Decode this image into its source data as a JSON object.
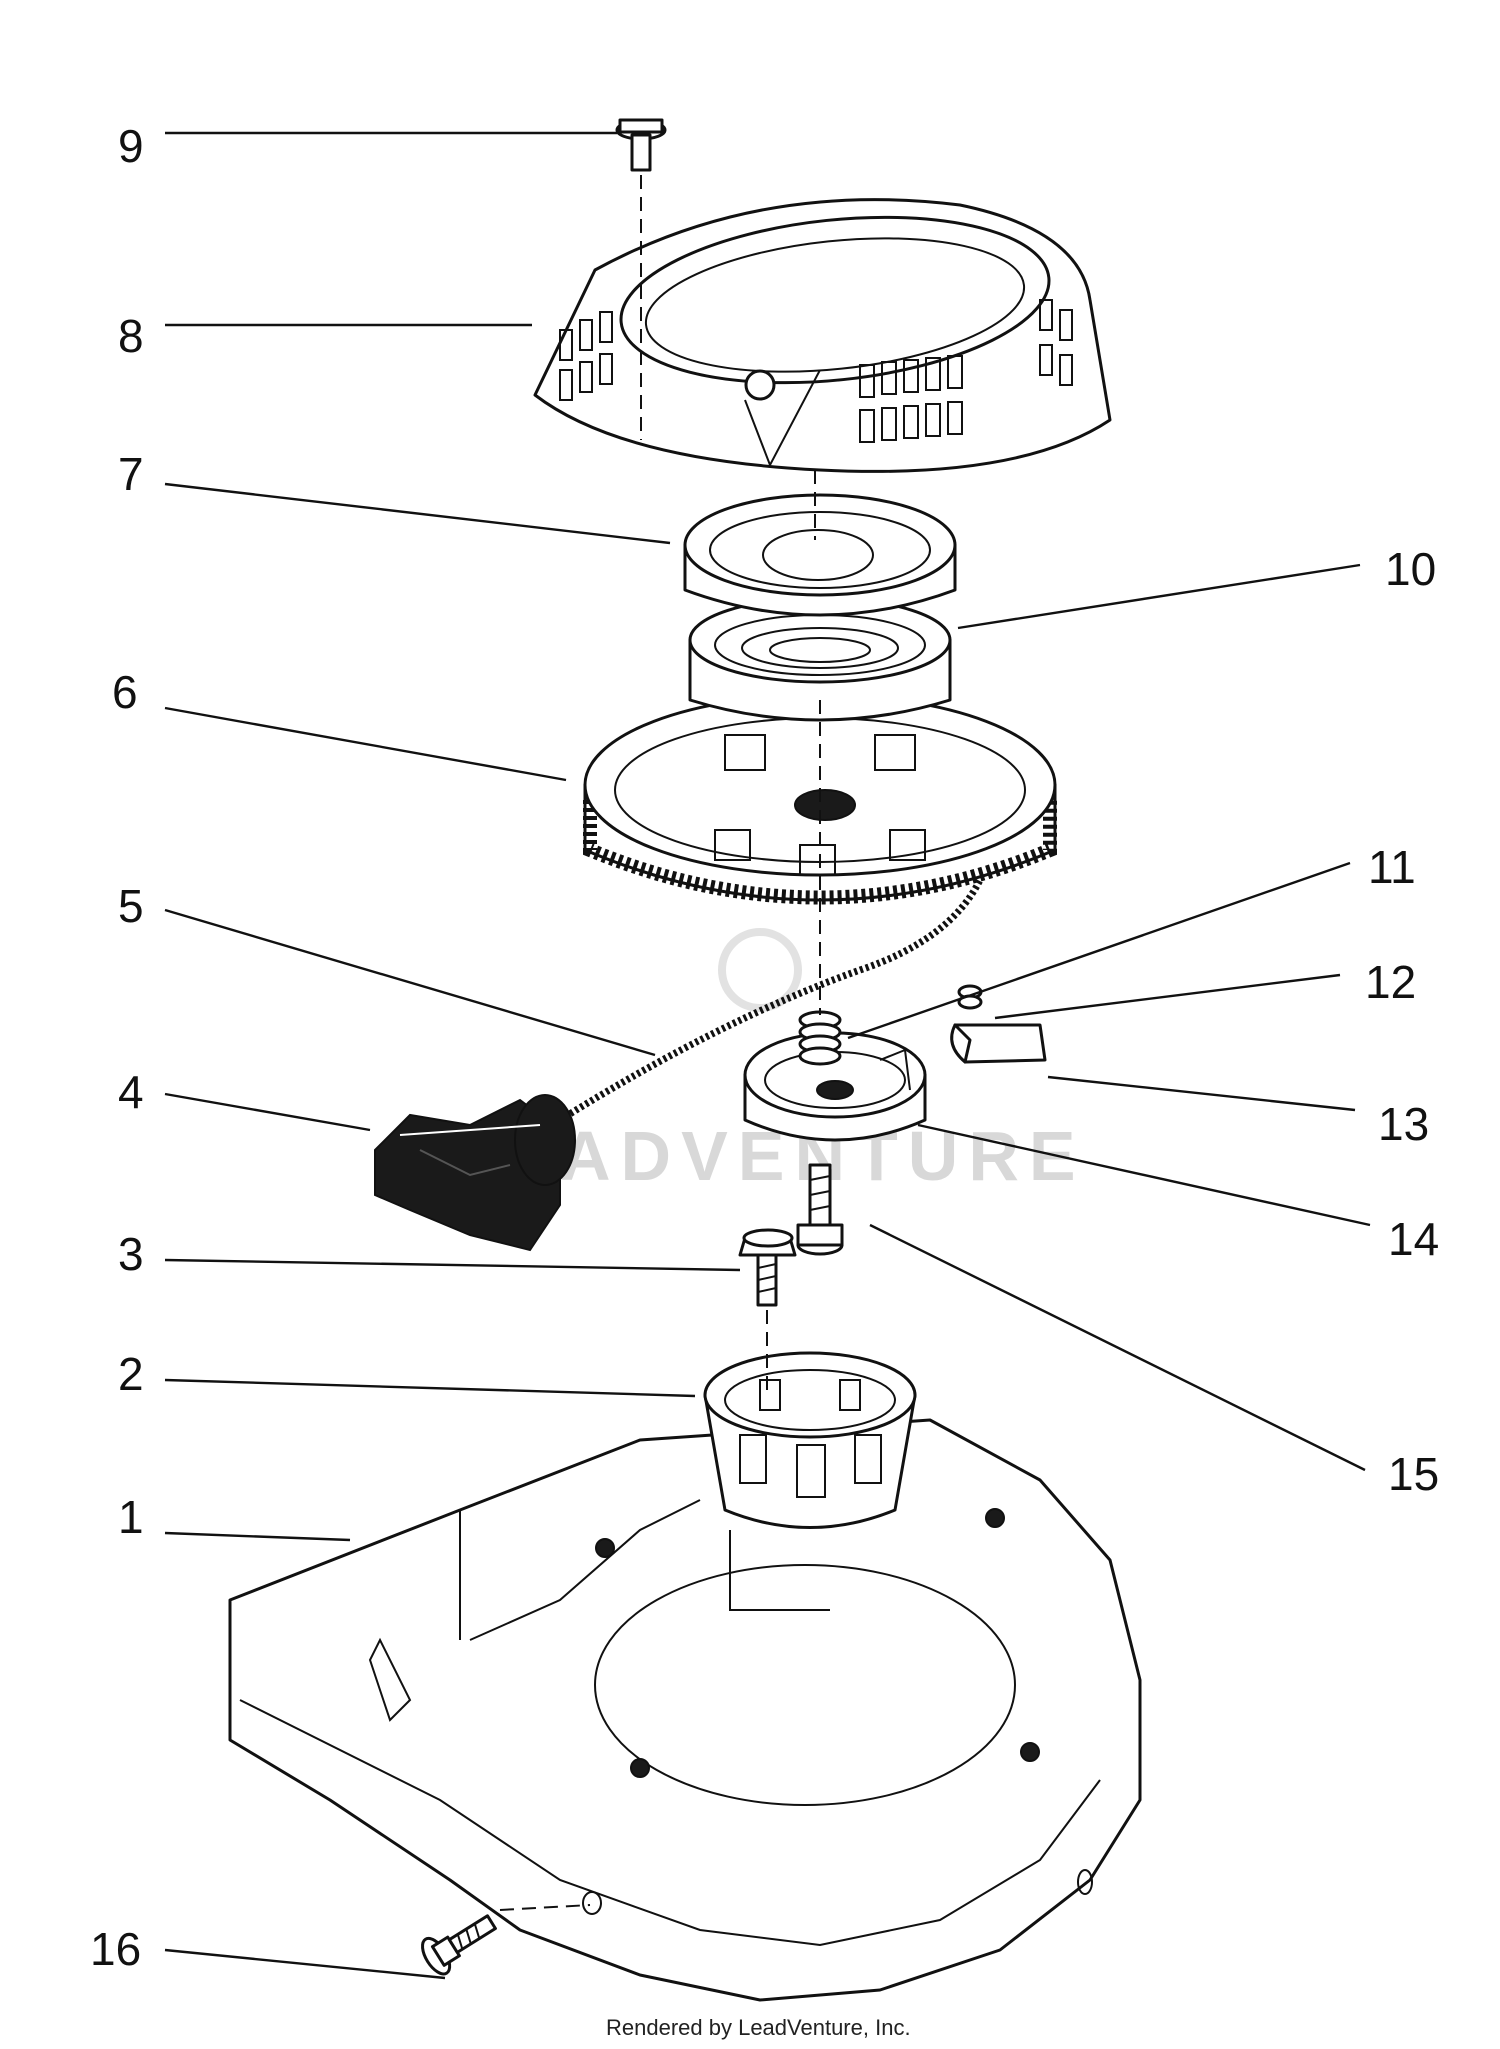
{
  "callouts": [
    "1",
    "2",
    "3",
    "4",
    "5",
    "6",
    "7",
    "8",
    "9",
    "10",
    "11",
    "12",
    "13",
    "14",
    "15",
    "16"
  ],
  "watermark": "ADVENTURE",
  "footer": "Rendered by LeadVenture, Inc.",
  "colors": {
    "line": "#111111",
    "background": "#ffffff",
    "watermark": "#d8d8d8"
  }
}
